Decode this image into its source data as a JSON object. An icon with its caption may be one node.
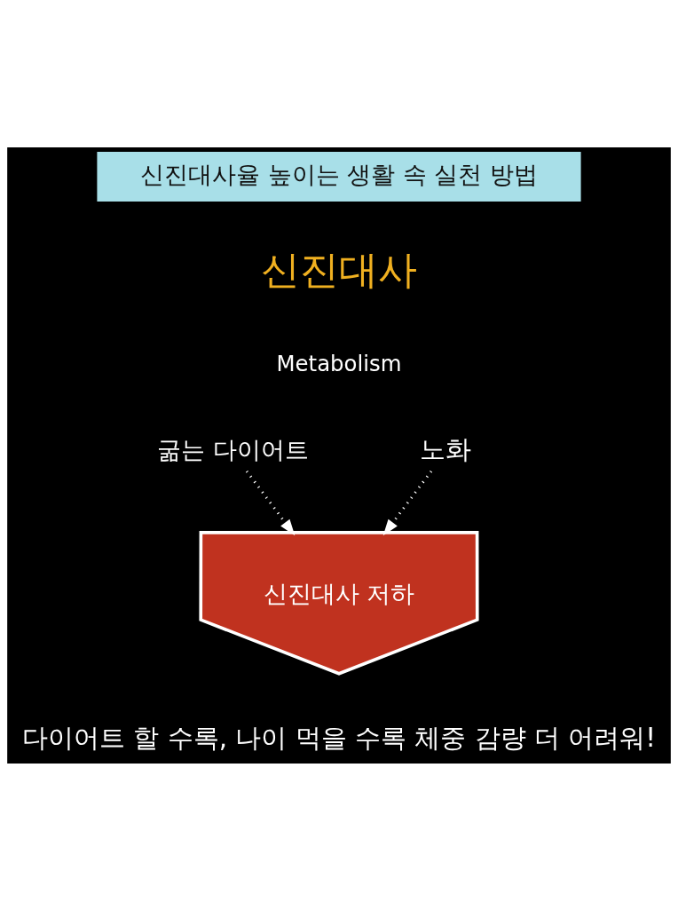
{
  "diagram": {
    "title": "신진대사율 높이는 생활 속 실천 방법",
    "caption": "다이어트 할 수록, 나이 먹을 수록 체중 감량 더 어려워!",
    "nodes": [
      {
        "text": [
          "굶는 다이어트"
        ]
      },
      {
        "text": [
          "노화"
        ]
      },
      {
        "text": [
          "신진대사 저하"
        ]
      }
    ],
    "edges": [
      {
        "from": 0,
        "to": 2,
        "arrow": "to",
        "style": "dashed"
      },
      {
        "from": 1,
        "to": 2,
        "arrow": "to",
        "style": "dashed"
      }
    ],
    "labels": [
      "신진대사",
      "Metabolism"
    ]
  }
}
